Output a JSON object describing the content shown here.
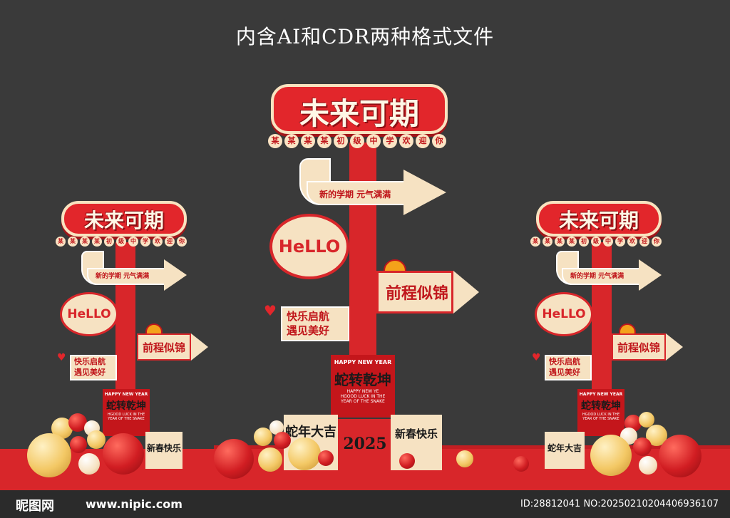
{
  "caption": "内含AI和CDR两种格式文件",
  "sign": {
    "title": "未来可期",
    "subtitle_chars": [
      "某",
      "某",
      "某",
      "某",
      "初",
      "级",
      "中",
      "学",
      "欢",
      "迎",
      "你"
    ],
    "arrow_text": "新的学期  元气满满",
    "hello": "HeLLO",
    "qiancheng": "前程似锦",
    "kuaile": "快乐启航",
    "yujian": "遇见美好"
  },
  "poster": {
    "hny": "HAPPY NEW YEAR",
    "snake_script": "蛇转乾坤",
    "hny2": "HAPPY NEW YE",
    "good_luck": "HGOOD LUCK IN THE",
    "year_snake": "YEAR OF THE SNAKE"
  },
  "boxes": {
    "box_a": "蛇年大吉",
    "box_b": "2025",
    "box_c": "新春快乐",
    "box_d": "HAPPY NEW YEAR"
  },
  "footer": {
    "logo": "昵图网",
    "url": "www.nipic.com",
    "ids": "ID:28812041 NO:20250210204406936107"
  },
  "colors": {
    "background": "#3a3a3a",
    "red": "#d8262a",
    "cream": "#f6e2c2",
    "gold": "#f3c865"
  }
}
